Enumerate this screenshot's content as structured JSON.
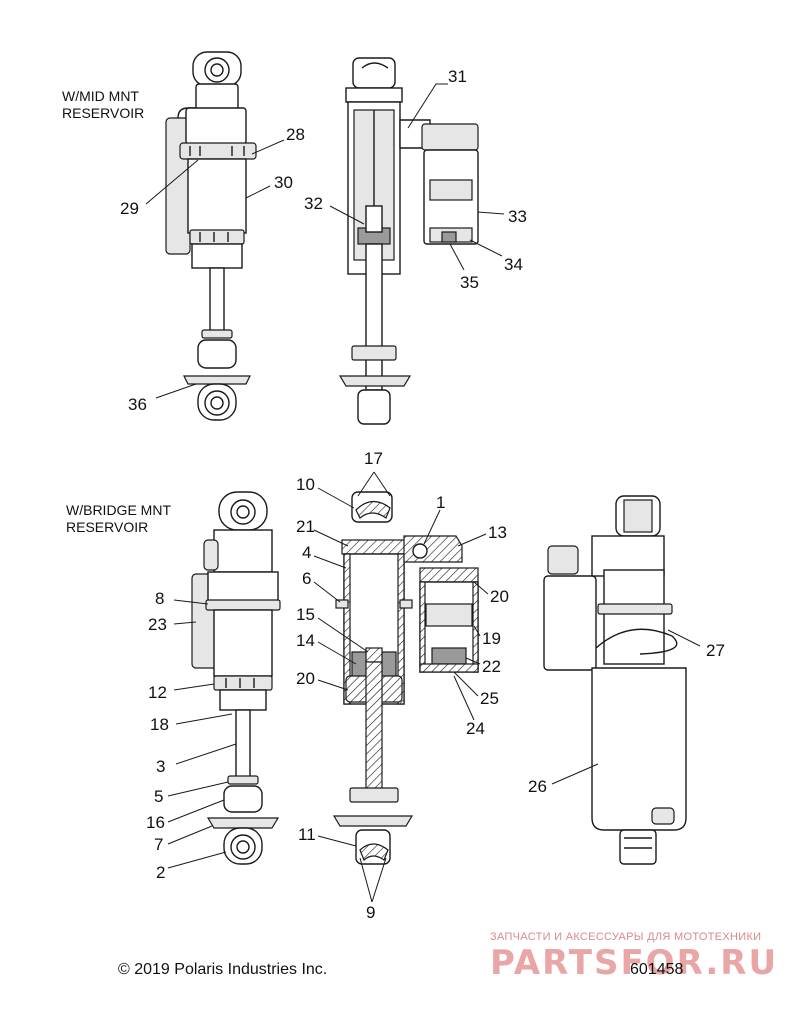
{
  "headings": {
    "mid_mount": [
      "W/MID MNT",
      "RESERVOIR"
    ],
    "bridge_mount": [
      "W/BRIDGE MNT",
      "RESERVOIR"
    ]
  },
  "callouts": {
    "c1": "1",
    "c2": "2",
    "c3": "3",
    "c4": "4",
    "c5": "5",
    "c6": "6",
    "c7": "7",
    "c8": "8",
    "c9": "9",
    "c10": "10",
    "c11": "11",
    "c12": "12",
    "c13": "13",
    "c14": "14",
    "c15": "15",
    "c16": "16",
    "c17": "17",
    "c18": "18",
    "c19": "19",
    "c20a": "20",
    "c20b": "20",
    "c21": "21",
    "c22": "22",
    "c23": "23",
    "c24": "24",
    "c25": "25",
    "c26": "26",
    "c27": "27",
    "c28": "28",
    "c29": "29",
    "c30": "30",
    "c31": "31",
    "c32": "32",
    "c33": "33",
    "c34": "34",
    "c35": "35",
    "c36": "36"
  },
  "footer": {
    "copyright": "© 2019 Polaris Industries Inc.",
    "diagram_number": "601458"
  },
  "watermark": {
    "tagline": "ЗАПЧАСТИ И АКСЕССУАРЫ ДЛЯ МОТОТЕХНИКИ",
    "logo": "PARTSFOR.RU",
    "color": "#e9a6a6"
  }
}
